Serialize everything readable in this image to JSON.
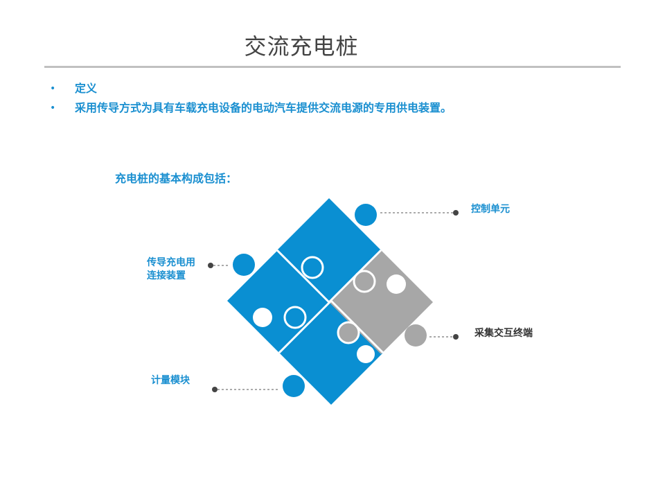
{
  "title": "交流充电桩",
  "bullets": [
    {
      "text": "定义"
    },
    {
      "text": "采用传导方式为具有车载充电设备的电动汽车提供交流电源的专用供电装置。"
    }
  ],
  "subheading": "充电桩的基本构成包括：",
  "labels": {
    "control_unit": "控制单元",
    "connector_line1": "传导充电用",
    "connector_line2": "连接装置",
    "terminal": "采集交互终端",
    "meter": "计量模块"
  },
  "colors": {
    "accent_blue": "#0a8fd2",
    "piece_gray": "#a7a7a7",
    "text_blue": "#1a8fd0",
    "title_gray": "#444444",
    "leader_gray": "#555555",
    "terminal_text": "#333333"
  }
}
